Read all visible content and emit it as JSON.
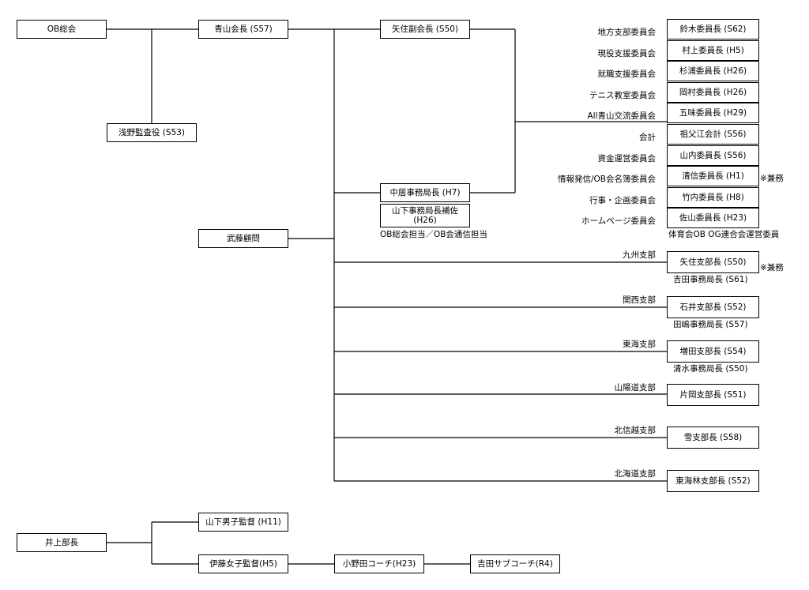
{
  "boxes": {
    "ob_general": "OB総会",
    "aoyama_chair": "青山会長 (S57)",
    "yazumi_vice": "矢住副会長 (S50)",
    "asano_auditor": "浅野監査役 (S53)",
    "nakai_secretary": "中居事務局長 (H7)",
    "yamashita_assistant": "山下事務局長補佐\n(H26)",
    "muto_advisor": "武藤顧問",
    "inoue_head": "井上部長",
    "yamashita_men": "山下男子監督 (H11)",
    "ito_women": "伊藤女子監督(H5)",
    "onoda_coach": "小野田コーチ(H23)",
    "yoshida_subcoach": "吉田サブコーチ(R4)"
  },
  "committees": [
    {
      "name": "地方支部委員会",
      "head": "鈴木委員長 (S62)"
    },
    {
      "name": "現役支援委員会",
      "head": "村上委員長 (H5)"
    },
    {
      "name": "就職支援委員会",
      "head": "杉浦委員長 (H26)"
    },
    {
      "name": "テニス教室委員会",
      "head": "岡村委員長 (H26)"
    },
    {
      "name": "All青山交流委員会",
      "head": "五味委員長 (H29)"
    },
    {
      "name": "会計",
      "head": "祖父江会計 (S56)"
    },
    {
      "name": "資金運営委員会",
      "head": "山内委員長 (S56)"
    },
    {
      "name": "情報発信/OB会名簿委員会",
      "head": "清信委員長 (H1)"
    },
    {
      "name": "行事・企画委員会",
      "head": "竹内委員長 (H8)"
    },
    {
      "name": "ホームページ委員会",
      "head": "佐山委員長 (H23)"
    }
  ],
  "branches": [
    {
      "name": "九州支部",
      "head": "矢住支部長 (S50)",
      "sub": "吉田事務局長 (S61)"
    },
    {
      "name": "関西支部",
      "head": "石井支部長 (S52)",
      "sub": "田嶋事務局長 (S57)"
    },
    {
      "name": "東海支部",
      "head": "増田支部長 (S54)",
      "sub": "清水事務局長 (S50)"
    },
    {
      "name": "山陽道支部",
      "head": "片岡支部長 (S51)",
      "sub": ""
    },
    {
      "name": "北信越支部",
      "head": "雪支部長 (S58)",
      "sub": ""
    },
    {
      "name": "北海道支部",
      "head": "東海林支部長 (S52)",
      "sub": ""
    }
  ],
  "notes": {
    "secretary_role": "OB総会担当／OB会通信担当",
    "taiiku": "体育会OB OG連合会運営委員",
    "kenmu1": "※兼務",
    "kenmu2": "※兼務"
  }
}
